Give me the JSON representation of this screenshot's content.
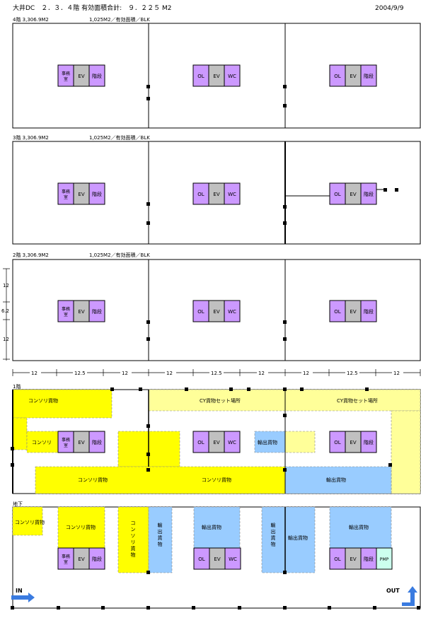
{
  "header": {
    "title": "大井DC　２．３．４階 有効面積合計:　９．２２５ M2",
    "date": "2004/9/9"
  },
  "floors": [
    {
      "label": "4階  3,306.9M2",
      "note": "1,025M2／有効面積／BLK"
    },
    {
      "label": "3階  3,306.9M2",
      "note": "1,025M2／有効面積／BLK"
    },
    {
      "label": "2階  3,306.9M2",
      "note": "1,025M2／有効面積／BLK"
    },
    {
      "label": "1階"
    },
    {
      "label": "地下"
    }
  ],
  "rooms": {
    "office": "事務室",
    "ev": "EV",
    "stairs": "階段",
    "ol": "OL",
    "wc": "WC",
    "pmp": "PMP"
  },
  "dims": {
    "vertical": [
      "12",
      "6.2",
      "12"
    ],
    "horizontal": [
      "12",
      "12.5",
      "12",
      "12",
      "12.5",
      "12",
      "12",
      "12.5",
      "12"
    ]
  },
  "zones": {
    "consol": "コンソリ貨物",
    "consol_short": "コンソリ",
    "cy": "CY貨物セット場所",
    "export": "輸出貨物",
    "consol_vert": "コンソリ貨物",
    "export_vert": "輸出貨物"
  },
  "arrows": {
    "in": "IN",
    "out": "OUT"
  },
  "colors": {
    "purple": "#cc99ff",
    "gray": "#c0c0c0",
    "yellow": "#ffff00",
    "lightyellow": "#ffff99",
    "lightblue": "#99ccff",
    "mint": "#ccffee",
    "blue": "#3a7be0"
  }
}
